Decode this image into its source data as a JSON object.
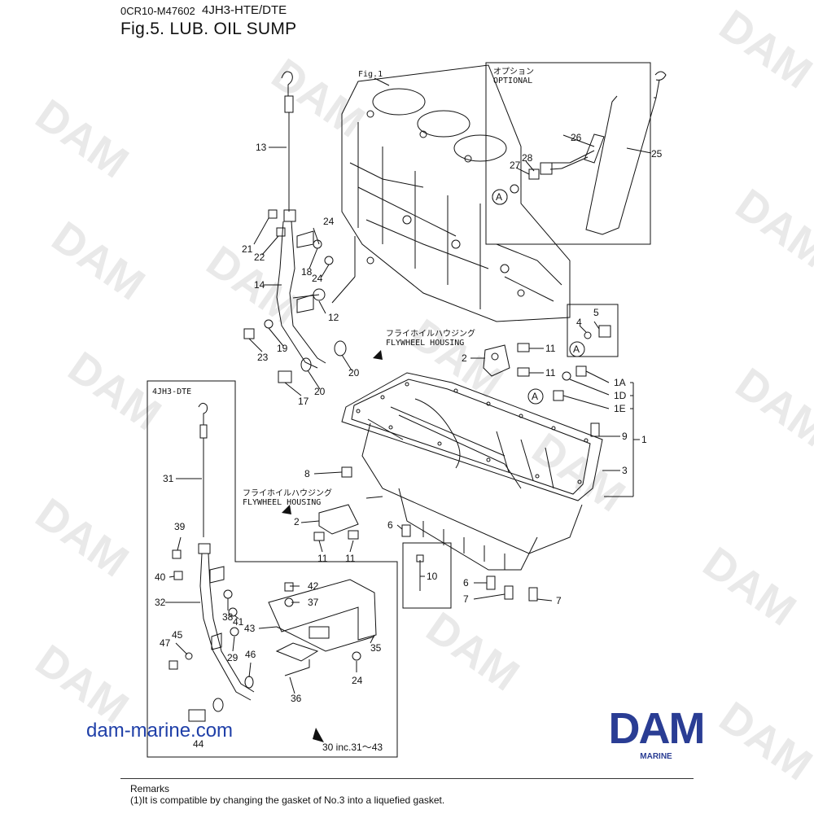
{
  "header": {
    "doc_code": "0CR10-M47602",
    "model": "4JH3-HTE/DTE",
    "figure_title": "Fig.5.  LUB. OIL SUMP"
  },
  "labels": {
    "fig_ref": "Fig.1",
    "optional_jp": "オプション",
    "optional_en": "OPTIONAL",
    "flywheel_jp": "フライホイルハウジング",
    "flywheel_en": "FLYWHEEL HOUSING",
    "variant": "4JH3-DTE",
    "set_note": "30 inc.31～43",
    "marker_a": "A"
  },
  "parts": {
    "p1": "1",
    "p1a": "1A",
    "p1d": "1D",
    "p1e": "1E",
    "p2": "2",
    "p3": "3",
    "p4": "4",
    "p5": "5",
    "p6": "6",
    "p7": "7",
    "p8": "8",
    "p9": "9",
    "p10": "10",
    "p11": "11",
    "p12": "12",
    "p13": "13",
    "p14": "14",
    "p17": "17",
    "p18": "18",
    "p19": "19",
    "p20": "20",
    "p21": "21",
    "p22": "22",
    "p23": "23",
    "p24": "24",
    "p25": "25",
    "p26": "26",
    "p27": "27",
    "p28": "28",
    "p29": "29",
    "p31": "31",
    "p32": "32",
    "p35": "35",
    "p36": "36",
    "p37": "37",
    "p38": "38",
    "p39": "39",
    "p40": "40",
    "p41": "41",
    "p42": "42",
    "p43": "43",
    "p44": "44",
    "p45": "45",
    "p46": "46",
    "p47": "47"
  },
  "watermark": "DAM",
  "footer": {
    "website": "dam-marine.com",
    "logo_text": "DAM",
    "logo_subtext": "MARINE",
    "remarks_title": "Remarks",
    "remarks_text": "(1)It is compatible by changing the gasket of No.3 into a liquefied gasket."
  },
  "colors": {
    "logo_blue": "#2a3d94",
    "link_blue": "#1f3fa8",
    "line": "#111111",
    "watermark": "#e9e9e9"
  }
}
